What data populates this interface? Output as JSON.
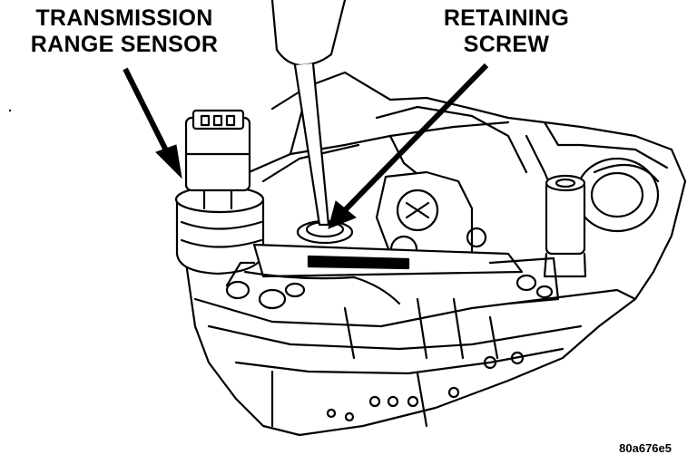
{
  "callouts": {
    "transmission_range_sensor": {
      "line1": "TRANSMISSION",
      "line2": "RANGE SENSOR"
    },
    "retaining_screw": {
      "line1": "RETAINING",
      "line2": "SCREW"
    }
  },
  "figure_id": "80a676e5",
  "colors": {
    "ink": "#000000",
    "paper": "#ffffff"
  }
}
